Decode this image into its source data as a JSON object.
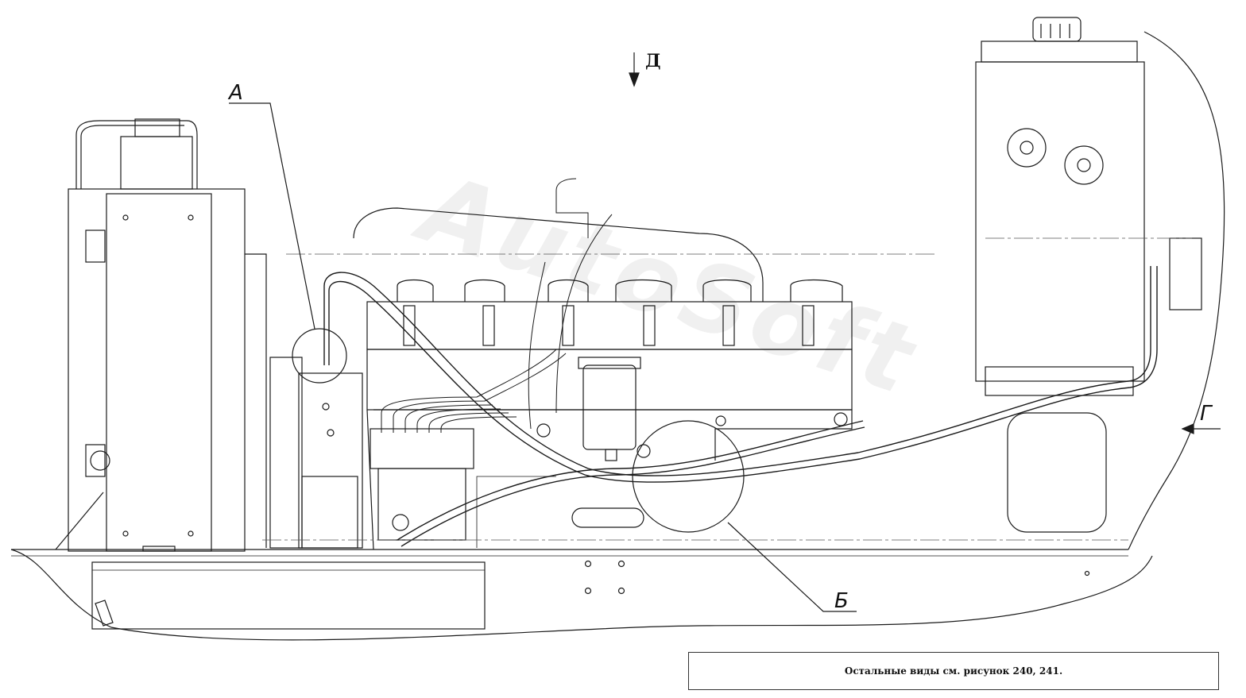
{
  "callouts": {
    "a": "А",
    "b": "Б",
    "g": "Г",
    "d": "Д"
  },
  "note": "Остальные виды см. рисунок 240, 241.",
  "watermark": "AutoSoft",
  "colors": {
    "line": "#1a1a1a",
    "light": "#555555",
    "background": "#ffffff"
  }
}
